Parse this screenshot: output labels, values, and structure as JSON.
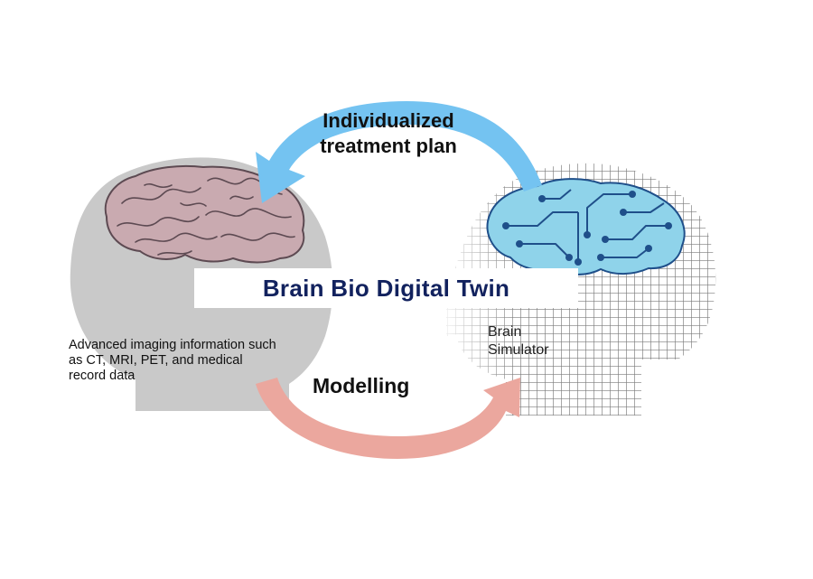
{
  "diagram": {
    "top_arrow_label_line1": "Individualized",
    "top_arrow_label_line2": "treatment plan",
    "center_title": "Brain Bio Digital Twin",
    "bottom_arrow_label": "Modelling",
    "left_caption": "Advanced imaging information such as CT, MRI, PET, and medical record data",
    "right_caption_line1": "Brain",
    "right_caption_line2": "Simulator"
  },
  "colors": {
    "top_arrow": "#74c3f1",
    "bottom_arrow": "#eba79e",
    "left_head": "#c9c9c9",
    "brain_pink": "#c9aab0",
    "digital_brain": "#8fd3ea",
    "digital_brain_lines": "#1f4f8a",
    "title_text": "#12225e"
  }
}
